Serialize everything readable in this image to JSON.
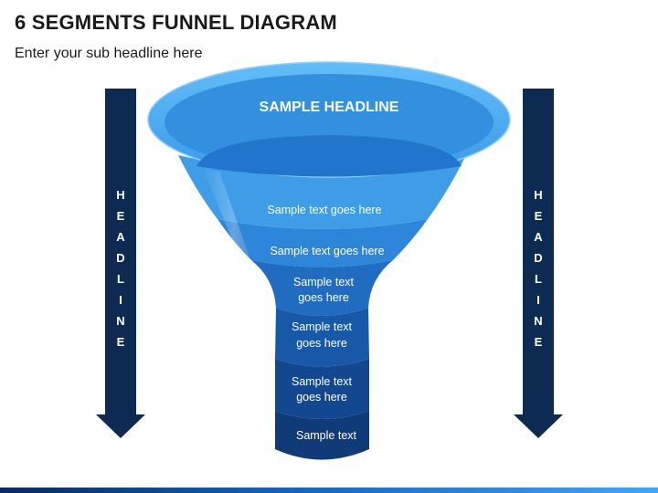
{
  "header": {
    "title": "6 SEGMENTS FUNNEL DIAGRAM",
    "subtitle": "Enter your sub headline here"
  },
  "left_arrow": {
    "label": "HEADLINE"
  },
  "right_arrow": {
    "label": "HEADLINE"
  },
  "funnel": {
    "headline": "SAMPLE HEADLINE",
    "segments": [
      {
        "line1": "Sample text goes here",
        "line2": ""
      },
      {
        "line1": "Sample text goes here",
        "line2": ""
      },
      {
        "line1": "Sample text",
        "line2": "goes here"
      },
      {
        "line1": "Sample text",
        "line2": "goes here"
      },
      {
        "line1": "Sample text",
        "line2": "goes here"
      },
      {
        "line1": "Sample text",
        "line2": ""
      }
    ]
  },
  "colors": {
    "arrow": "#0d2b52",
    "rim_outer": "#4fb0f5",
    "rim_inner": "#2a86d6",
    "seg1": "#3f9de8",
    "seg2": "#2e86da",
    "seg3": "#1f6cc0",
    "seg4": "#1858a8",
    "seg5": "#134890",
    "seg6": "#0f3b78"
  }
}
